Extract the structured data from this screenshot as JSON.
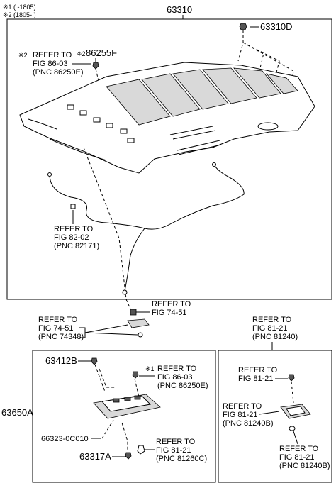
{
  "legend": {
    "line1": "※1 (      -1805)",
    "line2": "※2 (1805-      )"
  },
  "parts": {
    "headliner": "63310",
    "clip_d": "63310D",
    "clip_f": "86255F",
    "clip_f_mark": "※2",
    "console_assy": "63650A",
    "screw_b": "63412B",
    "part_c010": "66323-0C010",
    "clip_a": "63317A"
  },
  "refs": {
    "ref_86250e_top": {
      "mark": "※2",
      "line1": "REFER TO",
      "line2": "FIG 86-03",
      "line3": "(PNC 86250E)"
    },
    "ref_82171": {
      "line1": "REFER TO",
      "line2": "FIG 82-02",
      "line3": "(PNC 82171)"
    },
    "ref_74_51_short": {
      "line1": "REFER TO",
      "line2": "FIG 74-51"
    },
    "ref_74348": {
      "line1": "REFER TO",
      "line2": "FIG 74-51",
      "line3": "(PNC 74348)"
    },
    "ref_81240_header": {
      "line1": "REFER TO",
      "line2": "FIG 81-21",
      "line3": "(PNC 81240)"
    },
    "ref_86250e_box": {
      "mark": "※1",
      "line1": "REFER TO",
      "line2": "FIG 86-03",
      "line3": "(PNC 86250E)"
    },
    "ref_81260c": {
      "line1": "REFER TO",
      "line2": "FIG 81-21",
      "line3": "(PNC 81260C)"
    },
    "ref_81_21_short": {
      "line1": "REFER TO",
      "line2": "FIG 81-21"
    },
    "ref_81240b_left": {
      "line1": "REFER TO",
      "line2": "FIG 81-21",
      "line3": "(PNC 81240B)"
    },
    "ref_81240b_right": {
      "line1": "REFER TO",
      "line2": "FIG 81-21",
      "line3": "(PNC 81240B)"
    }
  }
}
